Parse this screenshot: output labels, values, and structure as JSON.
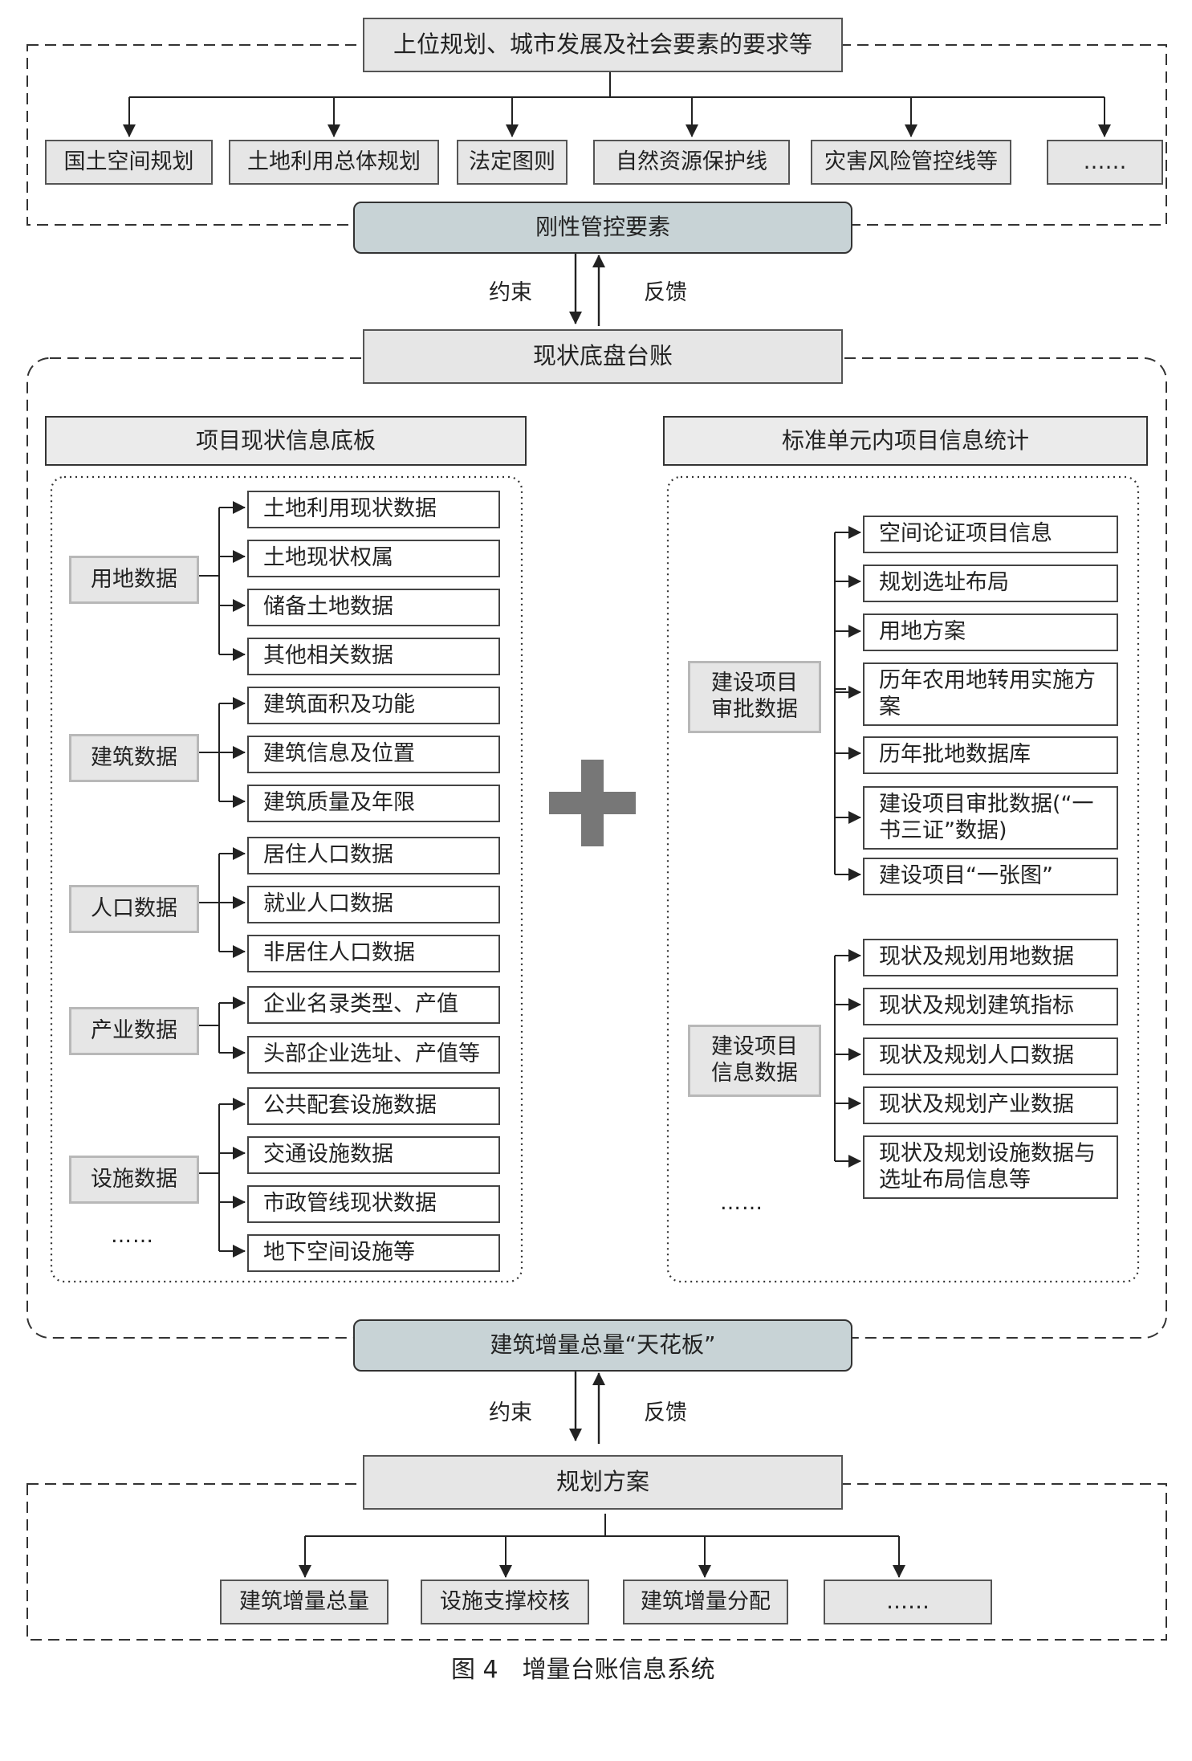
{
  "top_section": {
    "source_box": "上位规划、城市发展及社会要素的要求等",
    "items": [
      "国土空间规划",
      "土地利用总体规划",
      "法定图则",
      "自然资源保护线",
      "灾害风险管控线等",
      "……"
    ]
  },
  "rigid_control": "刚性管控要素",
  "arrow_labels": {
    "constraint": "约束",
    "feedback": "反馈"
  },
  "ledger": {
    "title": "现状底盘台账",
    "left_panel": {
      "title": "项目现状信息底板",
      "groups": [
        {
          "name": "用地数据",
          "items": [
            "土地利用现状数据",
            "土地现状权属",
            "储备土地数据",
            "其他相关数据"
          ]
        },
        {
          "name": "建筑数据",
          "items": [
            "建筑面积及功能",
            "建筑信息及位置",
            "建筑质量及年限"
          ]
        },
        {
          "name": "人口数据",
          "items": [
            "居住人口数据",
            "就业人口数据",
            "非居住人口数据"
          ]
        },
        {
          "name": "产业数据",
          "items": [
            "企业名录类型、产值",
            "头部企业选址、产值等"
          ]
        },
        {
          "name": "设施数据",
          "items": [
            "公共配套设施数据",
            "交通设施数据",
            "市政管线现状数据",
            "地下空间设施等"
          ]
        }
      ],
      "more": "……"
    },
    "right_panel": {
      "title": "标准单元内项目信息统计",
      "groups": [
        {
          "name": "建设项目审批数据",
          "items": [
            "空间论证项目信息",
            "规划选址布局",
            "用地方案",
            "历年农用地转用实施方案",
            "历年批地数据库",
            "建设项目审批数据(“一书三证”数据)",
            "建设项目“一张图”"
          ]
        },
        {
          "name": "建设项目信息数据",
          "items": [
            "现状及规划用地数据",
            "现状及规划建筑指标",
            "现状及规划人口数据",
            "现状及规划产业数据",
            "现状及规划设施数据与选址布局信息等"
          ]
        }
      ],
      "more": "……"
    },
    "plus_color": "#777777"
  },
  "ceiling": "建筑增量总量“天花板”",
  "bottom_section": {
    "plan_box": "规划方案",
    "items": [
      "建筑增量总量",
      "设施支撑校核",
      "建筑增量分配",
      "……"
    ]
  },
  "caption": "图 4　增量台账信息系统",
  "colors": {
    "teal_box": "#c8d3d6",
    "gray_box": "#e6e6e6",
    "line": "#333333"
  }
}
